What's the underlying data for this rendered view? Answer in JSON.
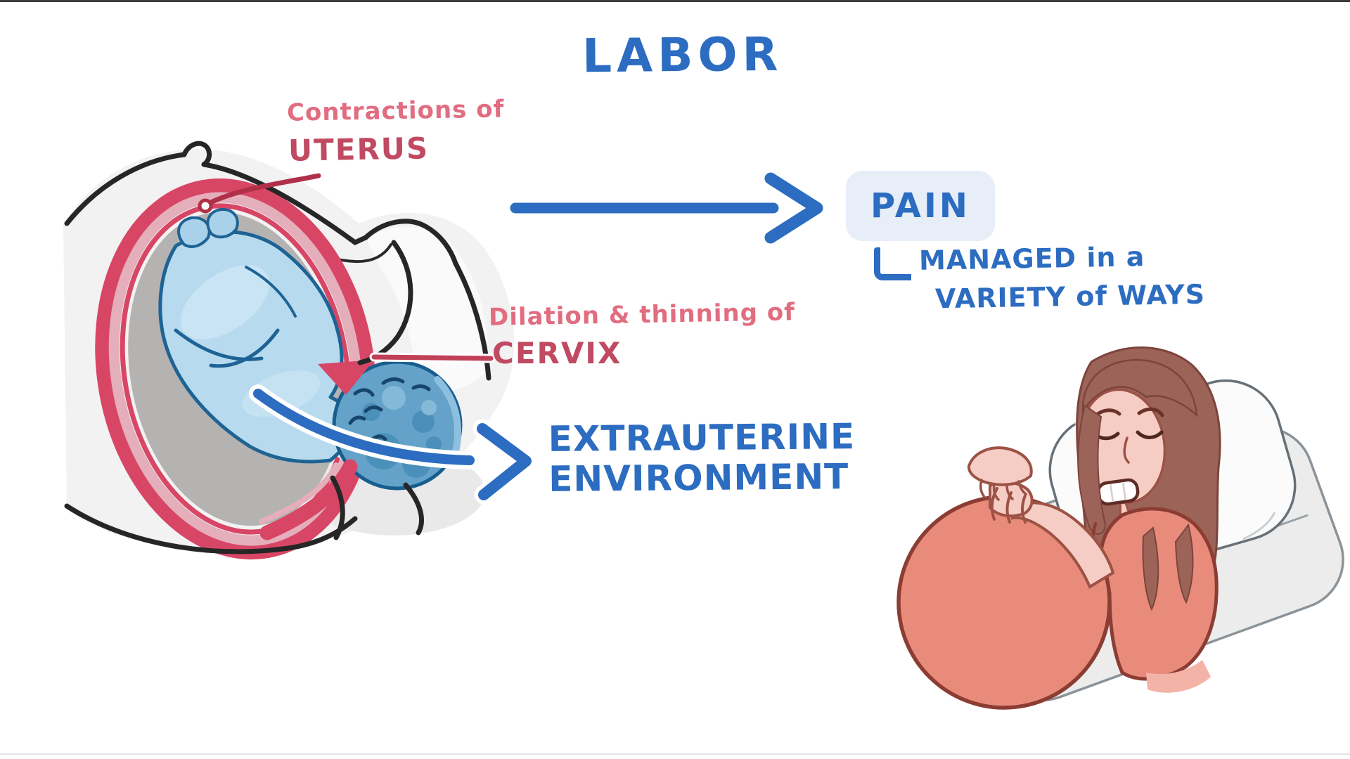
{
  "title": "LABOR",
  "uterus_label": {
    "prefix": "Contractions of",
    "organ": "UTERUS"
  },
  "cervix_label": {
    "prefix": "Dilation & thinning of",
    "organ": "CERVIX"
  },
  "pain": {
    "label": "PAIN"
  },
  "managed": {
    "line1": "MANAGED in a",
    "line2": "VARIETY of WAYS"
  },
  "extrauterine": {
    "line1": "EXTRAUTERINE",
    "line2": "ENVIRONMENT"
  },
  "icons": {
    "straight_arrow": "→",
    "curved_arrow": "↘",
    "elbow_bracket": "∟",
    "uterus_pointer": "curved pointer line",
    "cervix_pointer": "straight pointer line"
  },
  "colors": {
    "text_blue": "#2c6cc1",
    "arrow_blue": "#2c6cc1",
    "pain_box_bg": "#e7eef8",
    "label_pink": "#e16d81",
    "label_dark_red": "#c04a62",
    "pointer_red": "#b03049",
    "uterus_wall": "#d84666",
    "uterus_inner_band": "#e5aebb",
    "uterine_cavity_gray": "#b5b2b2",
    "fetus_body_blue": "#b7daee",
    "fetus_head_blue": "#64a2ca",
    "body_silhouette_gray": "#f2f2f2",
    "outline_black": "#262626",
    "shirt_salmon": "#e98b7b",
    "skin": "#f6cdc4",
    "hair_brown": "#9c6458",
    "pillow_white": "#fbfbfb",
    "mattress_gray": "#ececec"
  },
  "diagram_flow": [
    {
      "from": "Contractions of UTERUS / Dilation & thinning of CERVIX",
      "arrow": "straight blue arrow",
      "to": "PAIN"
    },
    {
      "from": "PAIN",
      "connector": "elbow bracket",
      "to": "MANAGED in a VARIETY of WAYS"
    },
    {
      "from": "fetus through birth canal",
      "arrow": "curved blue arrow",
      "to": "EXTRAUTERINE ENVIRONMENT"
    }
  ]
}
